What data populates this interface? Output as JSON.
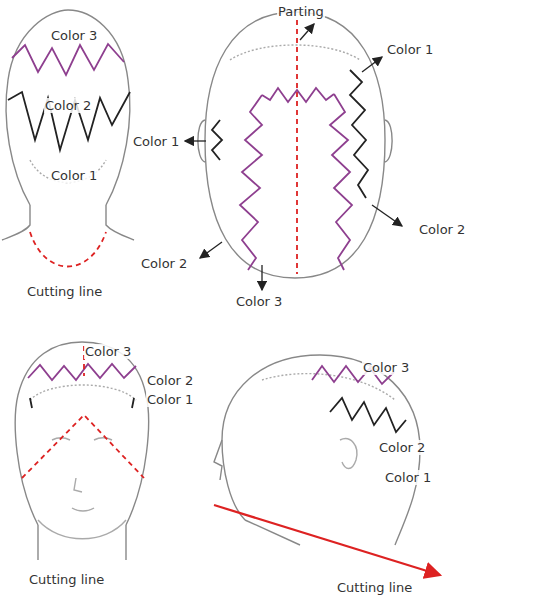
{
  "diagram": {
    "labels": [
      "Color 3",
      "Color 2",
      "Color 1",
      "Cutting line",
      "Parting",
      "Color 1",
      "Color 1",
      "Color 2",
      "Color 3",
      "Color 2",
      "Color 3",
      "Color 2",
      "Color 1",
      "Cutting line",
      "Color 3",
      "Color 2",
      "Color 1",
      "Cutting line"
    ]
  }
}
